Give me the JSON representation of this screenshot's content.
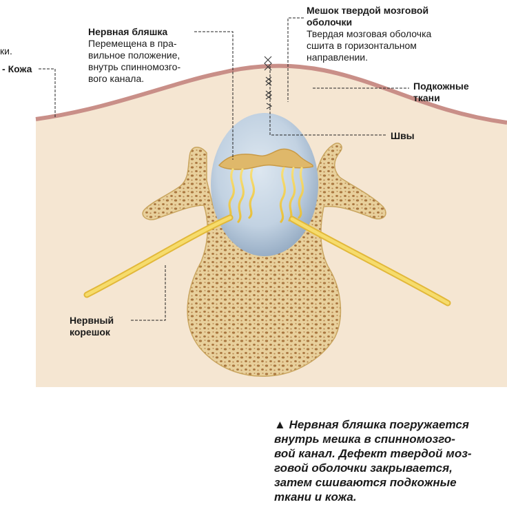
{
  "labels": {
    "edge_fragment": "ки.",
    "skin": "Кожа",
    "placode_title": "Нервная бляшка",
    "placode_desc": [
      "Перемещена в пра-",
      "вильное положение,",
      "внутрь спинномозго-",
      "вого канала."
    ],
    "dura_title": [
      "Мешок твердой мозговой",
      "оболочки"
    ],
    "dura_desc": [
      "Твердая мозговая оболочка",
      "сшита в горизонтальном",
      "направлении."
    ],
    "subcutaneous": [
      "Подкожные",
      "ткани"
    ],
    "sutures": "Швы",
    "nerve_root": [
      "Нервный",
      "корешок"
    ]
  },
  "caption": {
    "marker": "▲",
    "lines": [
      "Нервная бляшка погружается",
      "внутрь мешка в спинномозго-",
      "вой канал. Дефект твердой моз-",
      "говой оболочки закрывается,",
      "затем сшиваются подкожные",
      "ткани и кожа."
    ]
  },
  "colors": {
    "tissue": "#f5e6d2",
    "skin": "#c98f88",
    "bone": "#e8d09c",
    "bone_dot": "#a9763f",
    "dura_sac": "#c2d2e2",
    "neural_placode": "#dfb86a",
    "nerve": "#f4d35a",
    "leader_line": "#222222"
  }
}
